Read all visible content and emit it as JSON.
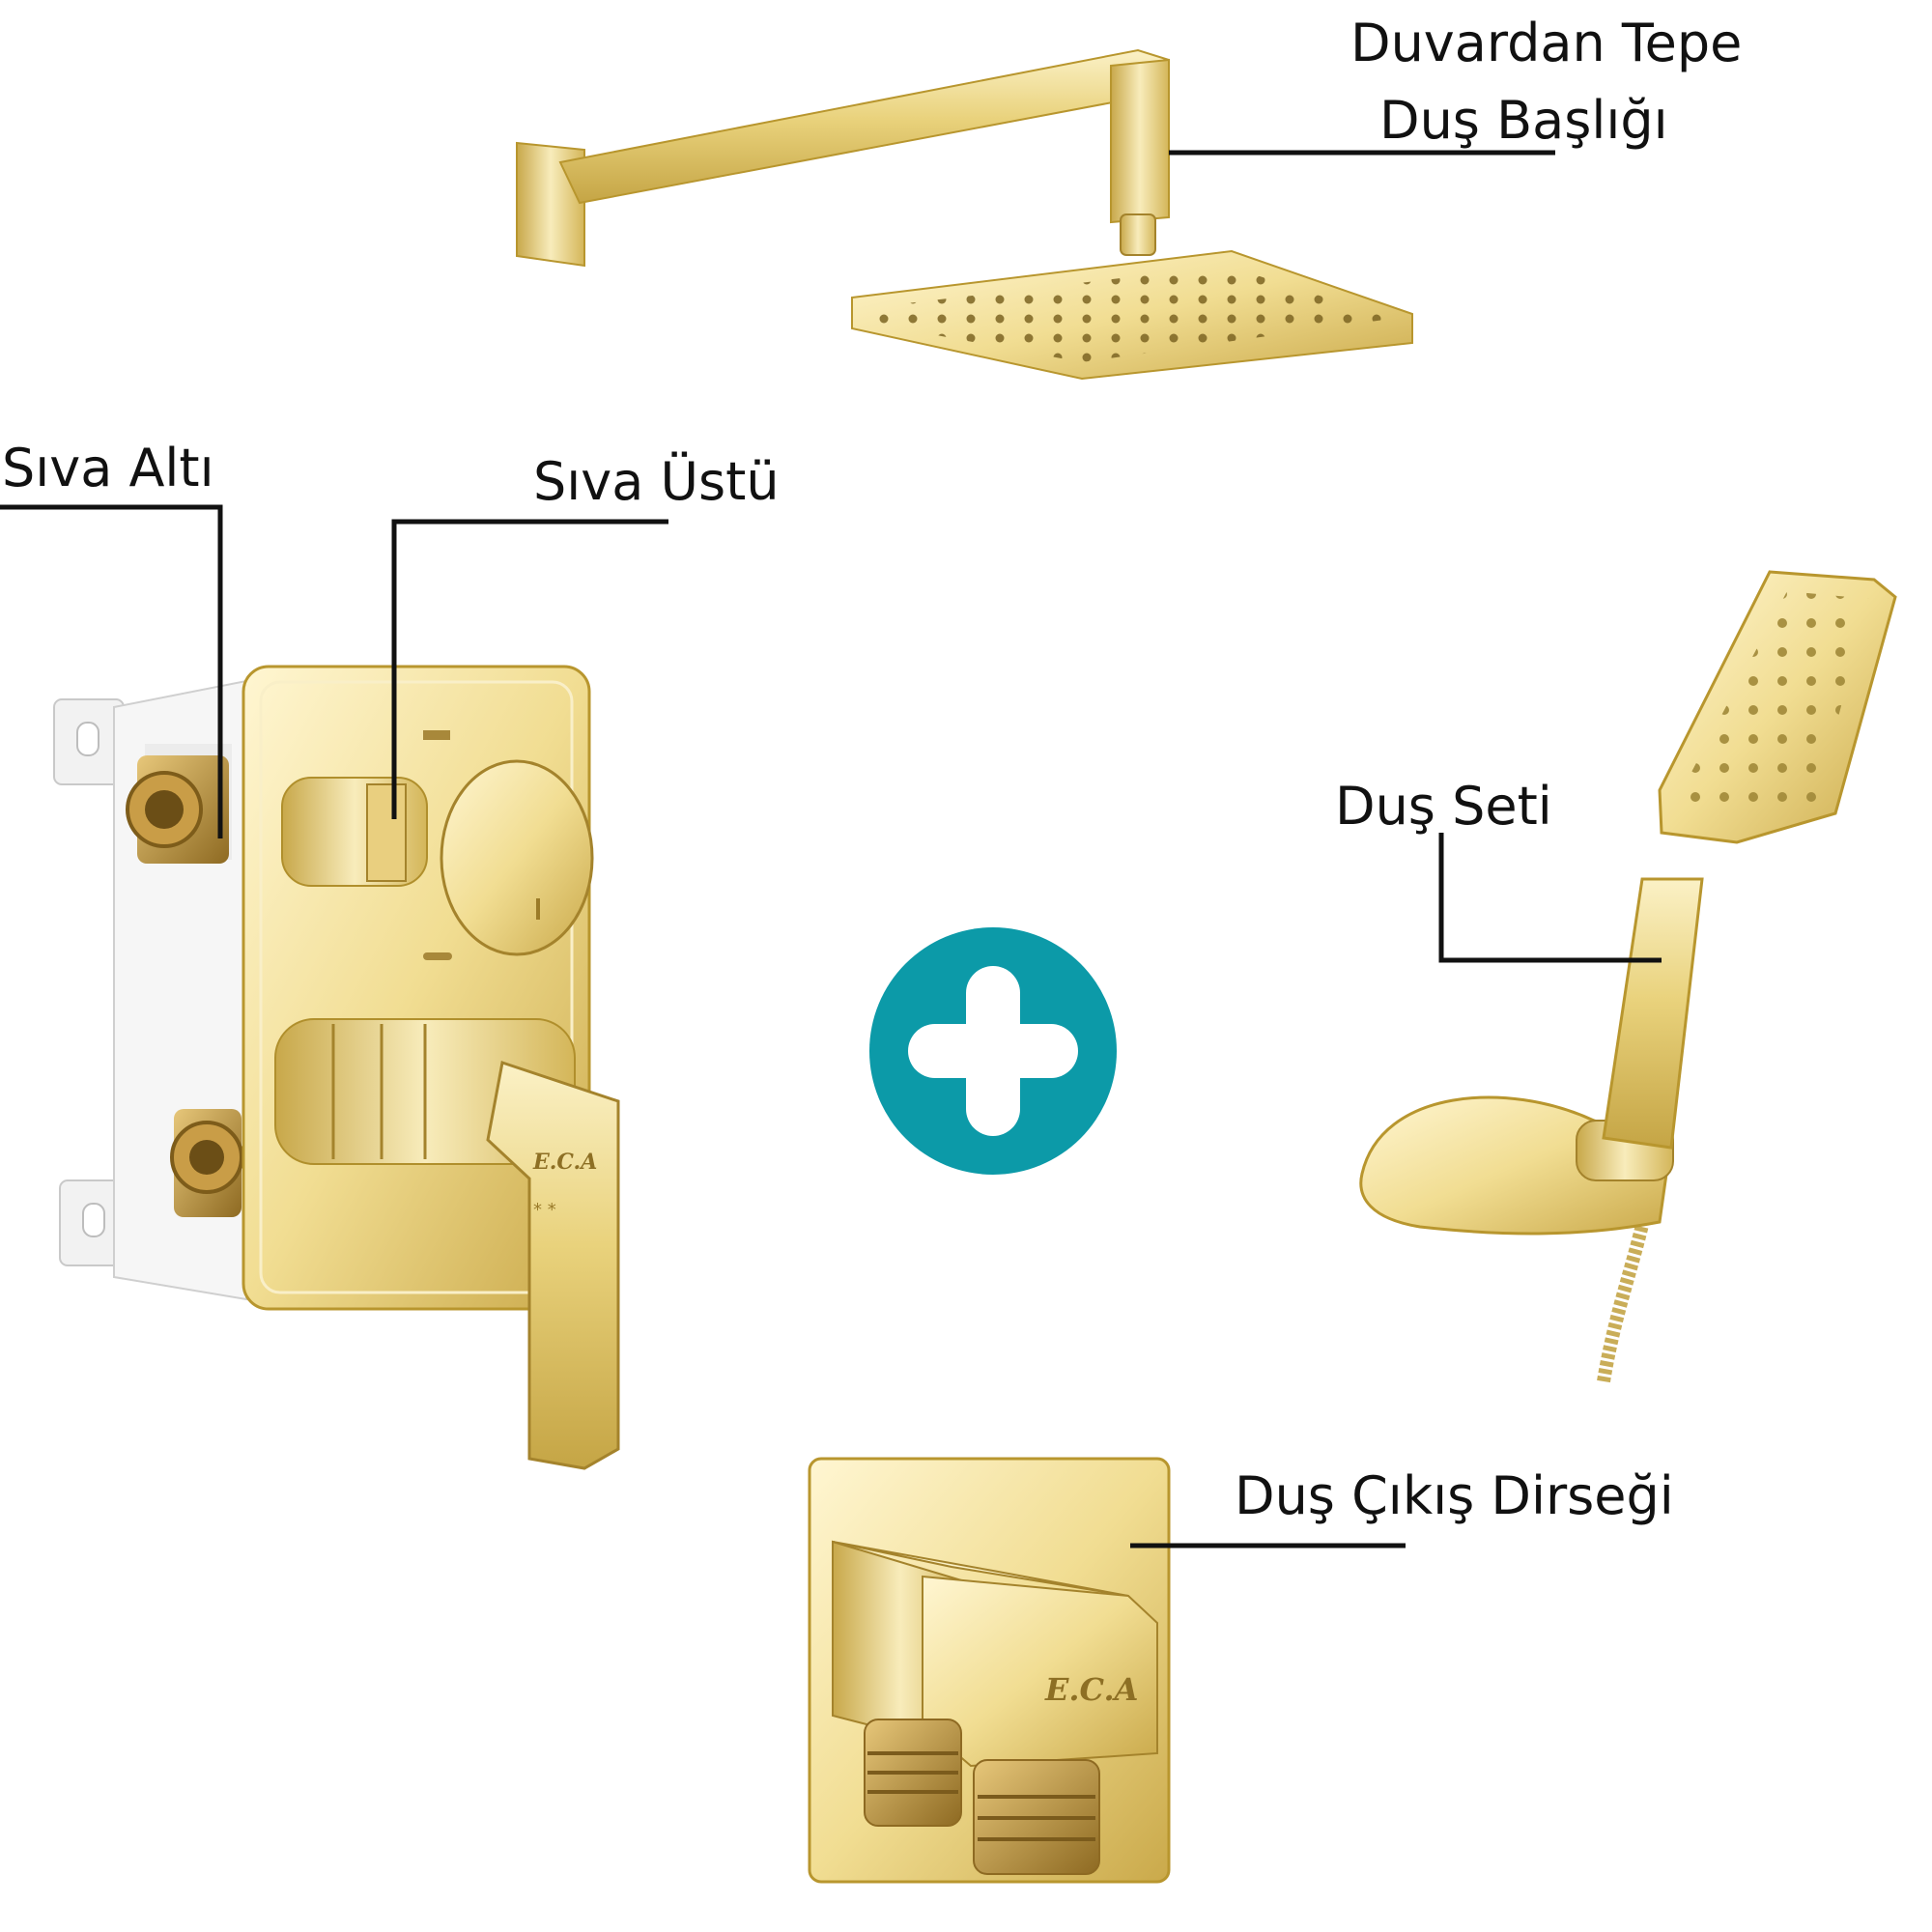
{
  "labels": {
    "head_line1": "Duvardan Tepe",
    "head_line2": "Duş Başlığı",
    "concealed": "Sıva Altı",
    "surface": "Sıva Üstü",
    "shower_set": "Duş Seti",
    "elbow": "Duş Çıkış Dirseği"
  },
  "brand": {
    "logo_text": "E.C.A"
  },
  "colors": {
    "gold": "#e8d27a",
    "gold_light": "#f7eab8",
    "gold_dark": "#b8962e",
    "plus_teal": "#0c9aa8",
    "line": "#111111"
  },
  "icons": {
    "plus": "plus-icon"
  }
}
